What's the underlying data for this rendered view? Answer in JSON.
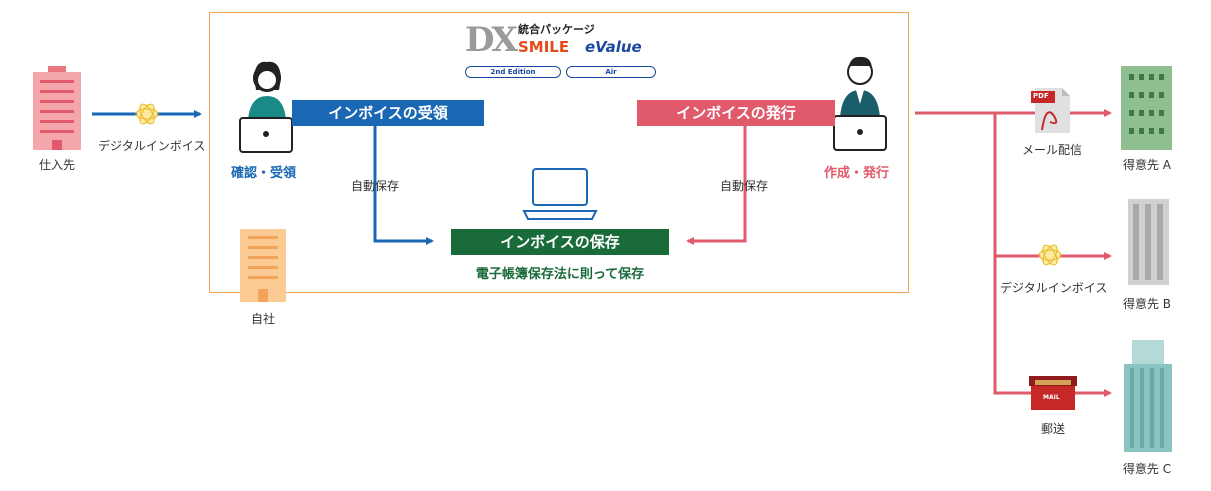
{
  "logo": {
    "dx": "DX",
    "package": "統合パッケージ",
    "smile": "SMILE",
    "evalue": "eValue",
    "edition": "2nd Edition",
    "air": "Air"
  },
  "supplier": {
    "label": "仕入先"
  },
  "self": {
    "label": "自社"
  },
  "left_flow": {
    "label": "デジタルインボイス"
  },
  "receive": {
    "banner": "インボイスの受領",
    "action": "確認・受領",
    "auto": "自動保存"
  },
  "issue": {
    "banner": "インボイスの発行",
    "action": "作成・発行",
    "auto": "自動保存"
  },
  "store": {
    "banner": "インボイスの保存",
    "note": "電子帳簿保存法に則って保存"
  },
  "delivery": {
    "mail": "メール配信",
    "mail_badge": "PDF",
    "digital": "デジタルインボイス",
    "post": "郵送",
    "post_badge": "MAIL"
  },
  "customers": {
    "a": "得意先 A",
    "b": "得意先 B",
    "c": "得意先 C"
  },
  "colors": {
    "blue": "#1a67b4",
    "red": "#e05a6b",
    "green": "#1a6b3a",
    "orange": "#f2a55a"
  }
}
